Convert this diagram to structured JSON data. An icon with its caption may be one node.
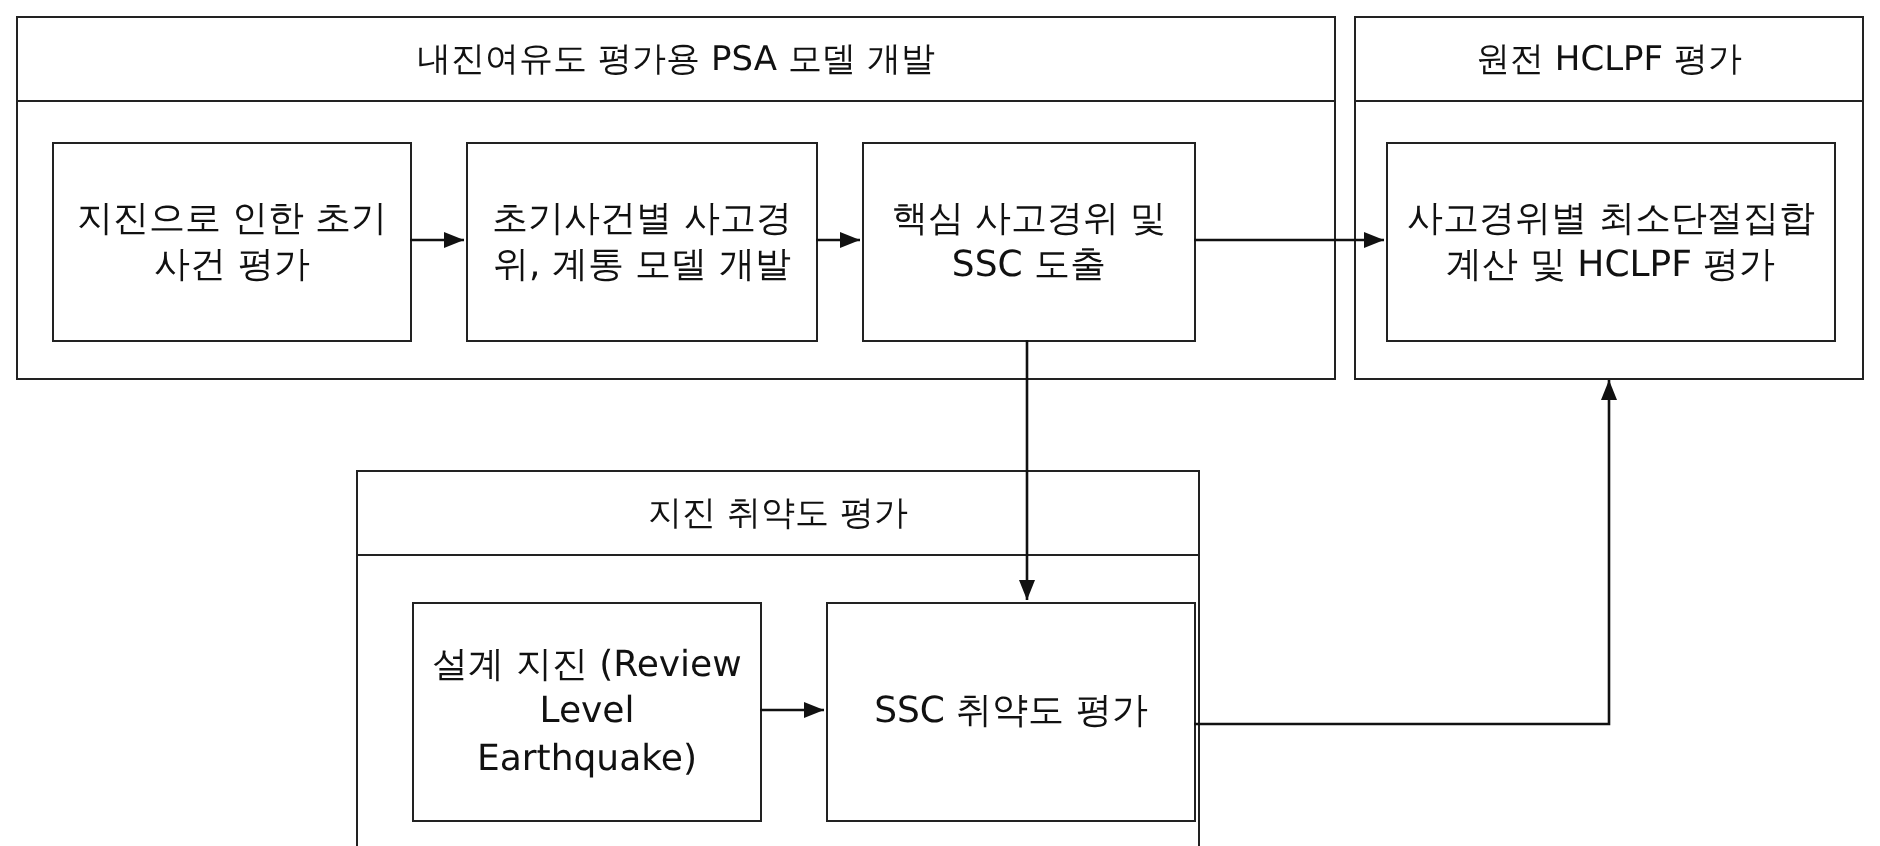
{
  "diagram": {
    "nodes": [
      {
        "text": [
          "내진여유도 평가용 PSA 모델 개발"
        ]
      },
      {
        "text": [
          "지진으로 인한 초기사건 평가"
        ],
        "in": 0
      },
      {
        "text": [
          "초기사건별 사고경위, 계통 모델 개발"
        ],
        "in": 0
      },
      {
        "text": [
          "핵심 사고경위 및 SSC 도출"
        ],
        "in": 0
      },
      {
        "text": [
          "원전 HCLPF 평가"
        ]
      },
      {
        "text": [
          "사고경위별 최소단절집합 계산 및 HCLPF 평가"
        ],
        "in": 4
      },
      {
        "text": [
          "지진 취약도 평가"
        ]
      },
      {
        "text": [
          "설계 지진 (Review Level Earthquake)"
        ],
        "in": 6
      },
      {
        "text": [
          "SSC 취약도 평가"
        ],
        "in": 6
      }
    ],
    "edges": [
      {
        "from": 1,
        "to": 2,
        "arrow": "to"
      },
      {
        "from": 2,
        "to": 3,
        "arrow": "to"
      },
      {
        "from": 3,
        "to": 5,
        "arrow": "to"
      },
      {
        "from": 3,
        "to": 8,
        "arrow": "to"
      },
      {
        "from": 7,
        "to": 8,
        "arrow": "to"
      },
      {
        "from": 8,
        "to": 4,
        "arrow": "to"
      }
    ]
  }
}
